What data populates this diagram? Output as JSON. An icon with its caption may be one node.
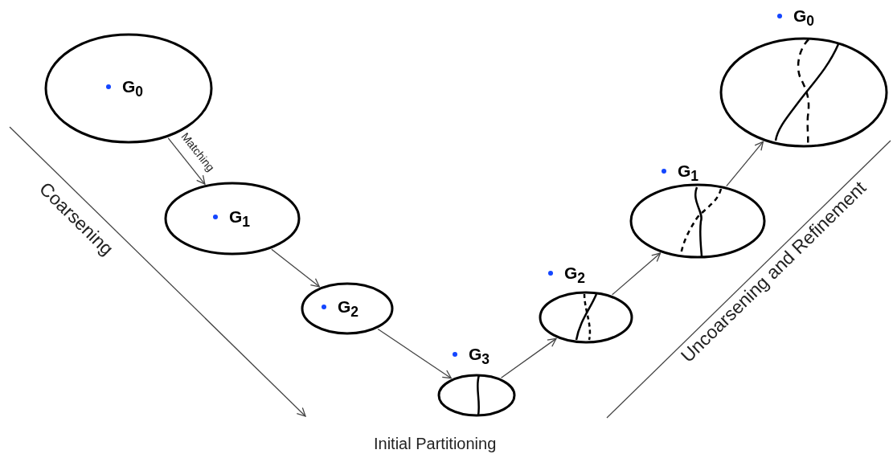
{
  "diagram": {
    "nodes": [
      {
        "text": [
          "G$_{0}$"
        ]
      },
      {
        "text": [
          "G$_{1}$"
        ]
      },
      {
        "text": [
          "G$_{2}$"
        ]
      },
      {
        "text": [
          "G$_{3}$"
        ]
      },
      {
        "text": [
          "G$_{2}$"
        ]
      },
      {
        "text": [
          "G$_{1}$"
        ]
      },
      {
        "text": [
          "G$_{0}$"
        ]
      }
    ],
    "edges": [
      {
        "from": 0,
        "to": 1,
        "arrow": "to",
        "label": "Matching"
      },
      {
        "from": 1,
        "to": 2,
        "arrow": "to"
      },
      {
        "from": 2,
        "to": 3,
        "arrow": "to"
      },
      {
        "from": 3,
        "to": 4,
        "arrow": "to"
      },
      {
        "from": 4,
        "to": 5,
        "arrow": "to"
      },
      {
        "from": 5,
        "to": 6,
        "arrow": "to"
      }
    ],
    "labels": [
      "Coarsening",
      "Initial Partitioning",
      "Uncoarsening and Refinement"
    ]
  }
}
